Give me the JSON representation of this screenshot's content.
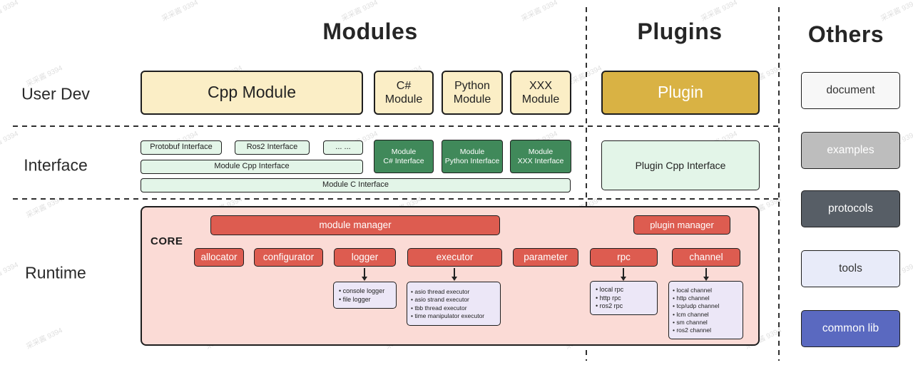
{
  "watermark": {
    "text": "采采酱 9394"
  },
  "titles": {
    "modules": "Modules",
    "plugins": "Plugins",
    "others": "Others"
  },
  "rows": {
    "user_dev": "User Dev",
    "interface": "Interface",
    "runtime": "Runtime"
  },
  "modules": {
    "cpp": "Cpp Module",
    "csharp": "C#\nModule",
    "python": "Python\nModule",
    "xxx": "XXX\nModule"
  },
  "plugins": {
    "plugin": "Plugin"
  },
  "interfaces": {
    "protobuf": "Protobuf Interface",
    "ros2": "Ros2 Interface",
    "ellipsis": "... ...",
    "module_cpp": "Module Cpp Interface",
    "module_c": "Module C Interface",
    "module_csharp": "Module\nC# Interface",
    "module_python": "Module\nPython Interface",
    "module_xxx": "Module\nXXX Interface",
    "plugin_cpp": "Plugin Cpp Interface"
  },
  "core": {
    "label": "CORE",
    "module_manager": "module manager",
    "plugin_manager": "plugin manager",
    "components": [
      "allocator",
      "configurator",
      "logger",
      "executor",
      "parameter",
      "rpc",
      "channel"
    ],
    "logger_items": [
      "console logger",
      "file logger"
    ],
    "executor_items": [
      "asio thread executor",
      "asio strand executor",
      "tbb thread executor",
      "time manipulator executor"
    ],
    "rpc_items": [
      "local rpc",
      "http rpc",
      "ros2 rpc"
    ],
    "channel_items": [
      "local channel",
      "http channel",
      "tcp/udp channel",
      "lcm channel",
      "sm channel",
      "ros2 channel"
    ]
  },
  "others": {
    "items": [
      {
        "label": "document",
        "bg": "#f7f7f7",
        "fg": "#333333"
      },
      {
        "label": "examples",
        "bg": "#bdbdbd",
        "fg": "#ffffff"
      },
      {
        "label": "protocols",
        "bg": "#575e66",
        "fg": "#ffffff"
      },
      {
        "label": "tools",
        "bg": "#e8ebf9",
        "fg": "#333333"
      },
      {
        "label": "common lib",
        "bg": "#5a69c0",
        "fg": "#ffffff"
      }
    ]
  },
  "palette": {
    "cream": "#fbeec6",
    "gold": "#d9b244",
    "light_green": "#e3f5e8",
    "dark_green": "#40895a",
    "core_pink": "#fbdbd6",
    "red": "#dd5c50",
    "lavender": "#ece7f7"
  }
}
